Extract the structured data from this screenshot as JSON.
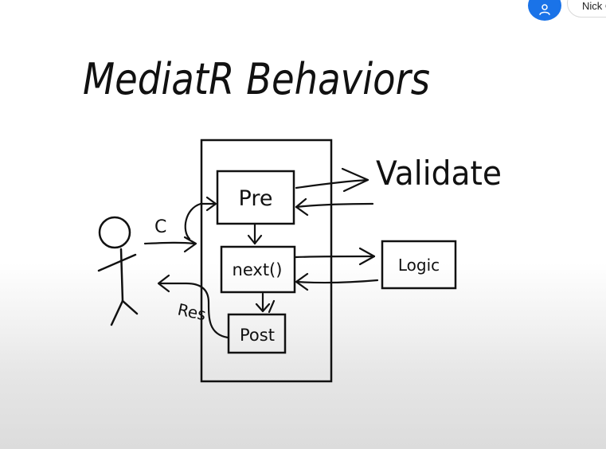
{
  "title": "MediatR Behaviors",
  "nodes": {
    "pre": "Pre",
    "next": "next()",
    "post": "Post",
    "logic": "Logic",
    "validate": "Validate"
  },
  "labels": {
    "command": "C",
    "response": "Res"
  },
  "user": {
    "name": "Nick C",
    "avatar_color": "#1a73e8"
  },
  "icons": {
    "avatar": "person-icon"
  }
}
